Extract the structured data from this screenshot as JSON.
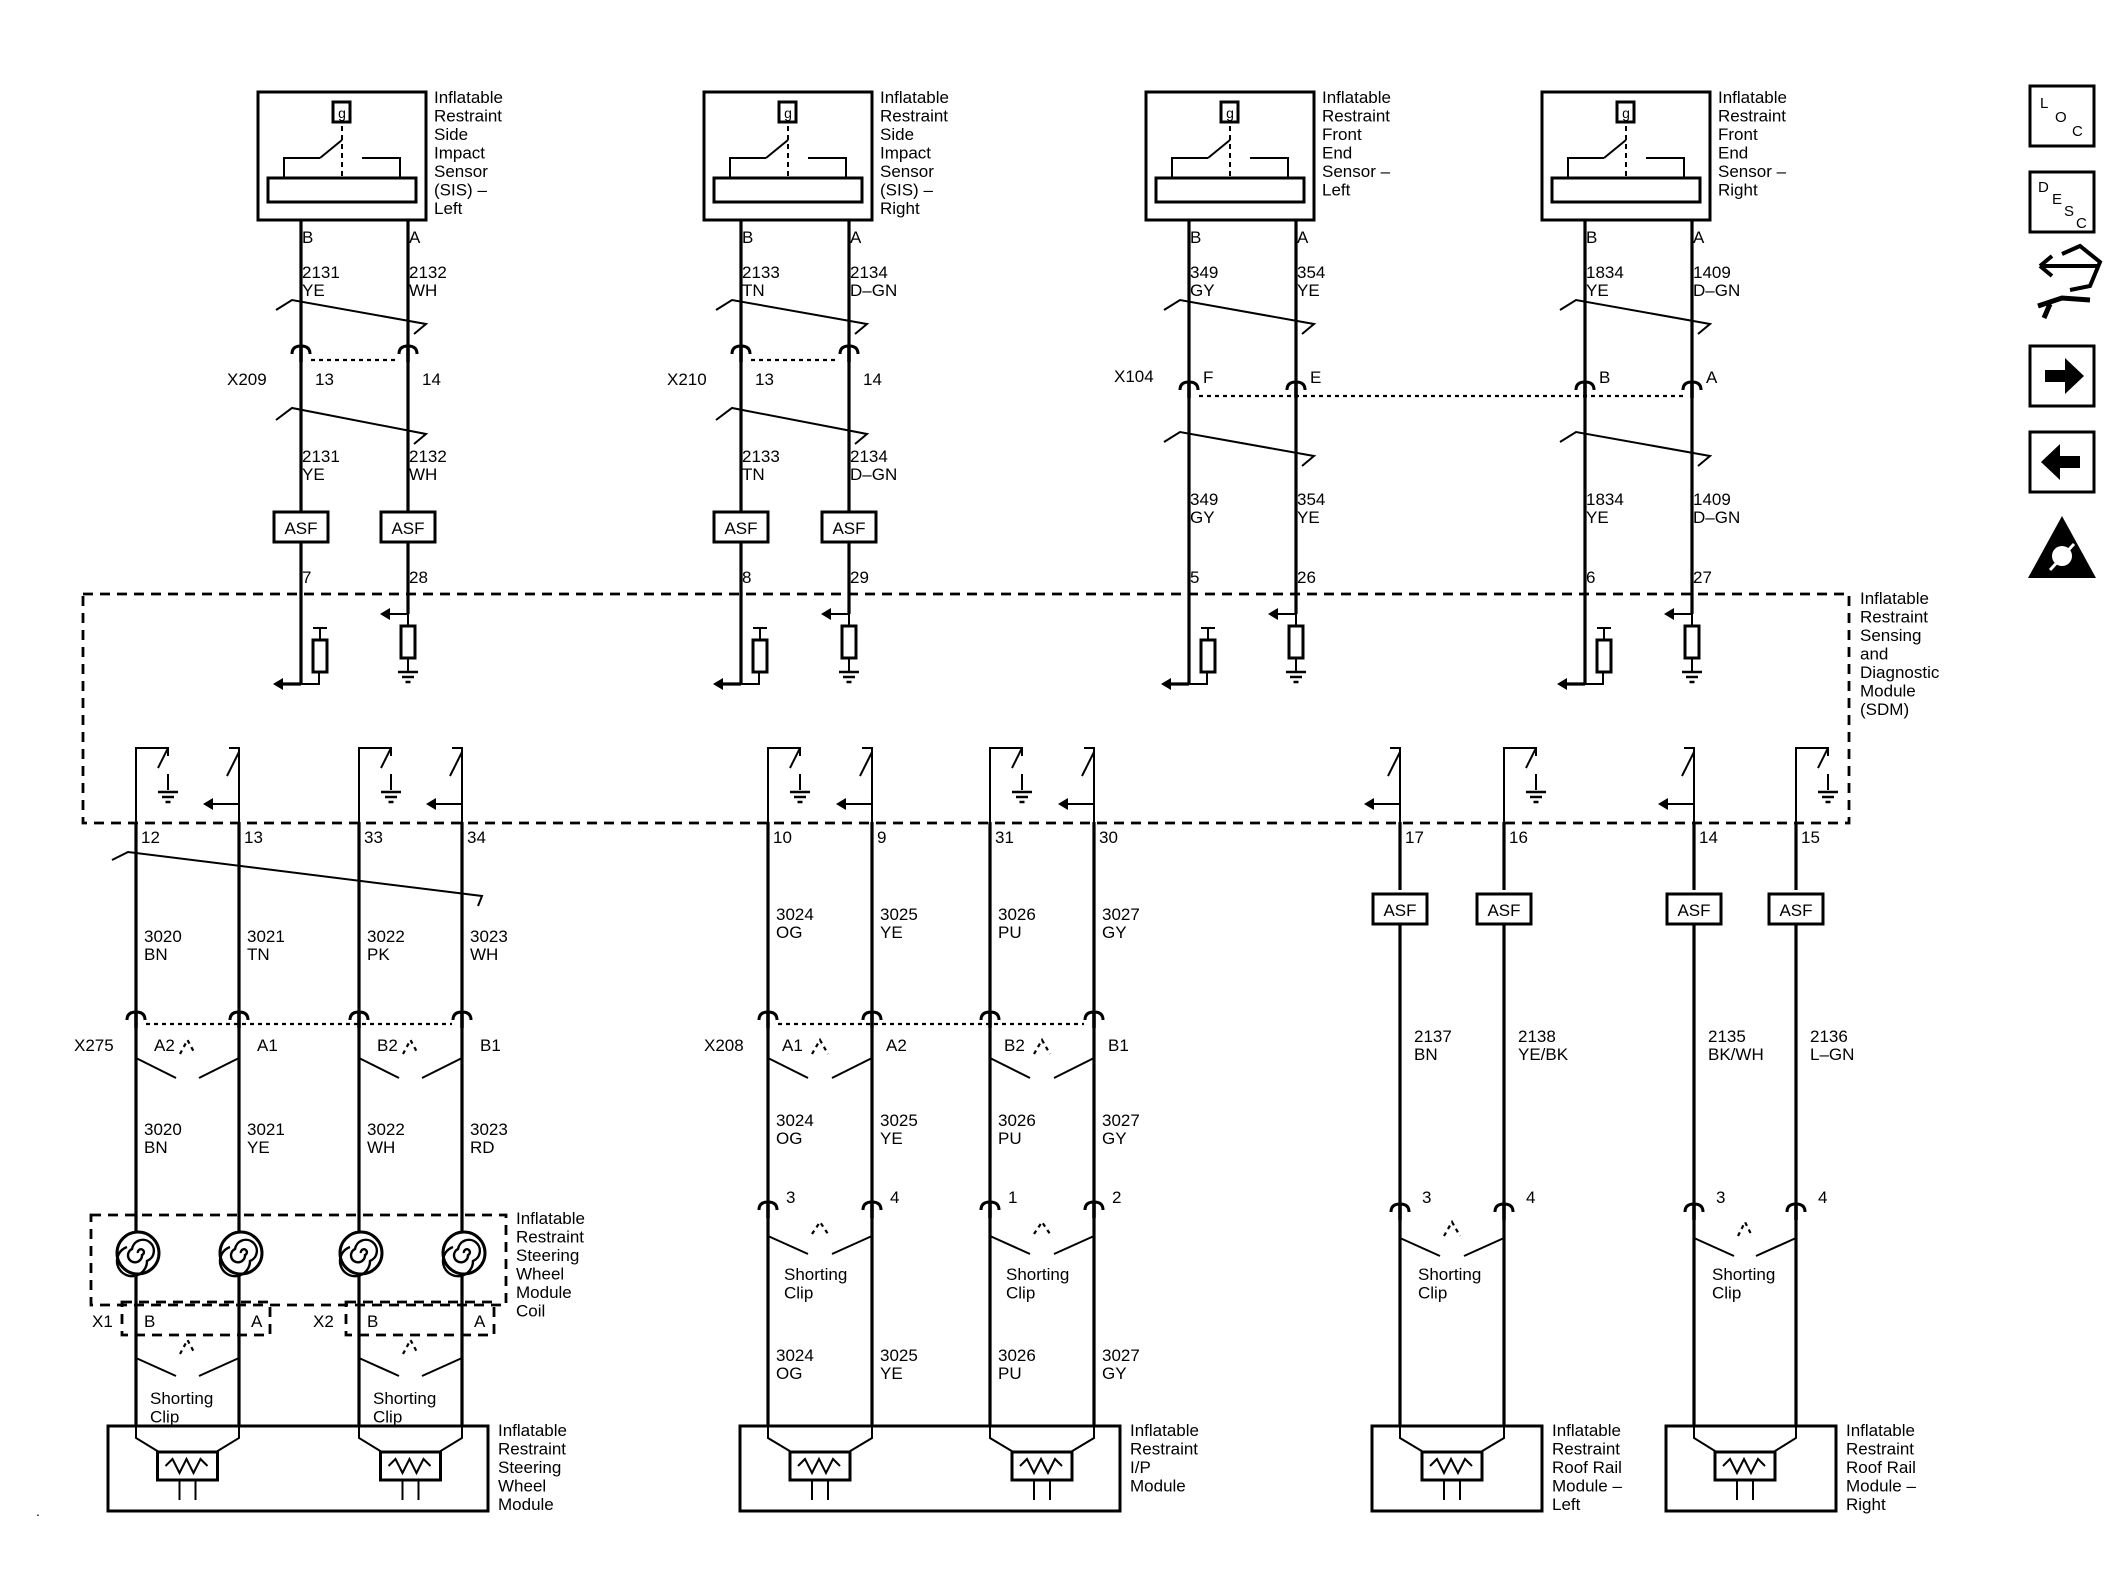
{
  "sidebar": {
    "loc": "LOC",
    "desc": "DESC"
  },
  "sensors": [
    {
      "name": [
        "Inflatable",
        "Restraint",
        "Side",
        "Impact",
        "Sensor",
        "(SIS) –",
        "Left"
      ],
      "pins": [
        "B",
        "A"
      ],
      "wire_top": [
        [
          "2131",
          "YE"
        ],
        [
          "2132",
          "WH"
        ]
      ],
      "conn": "X209",
      "conn_pins": [
        "13",
        "14"
      ],
      "wire_bot": [
        [
          "2131",
          "YE"
        ],
        [
          "2132",
          "WH"
        ]
      ],
      "asf": true,
      "sdm_pins": [
        "7",
        "28"
      ]
    },
    {
      "name": [
        "Inflatable",
        "Restraint",
        "Side",
        "Impact",
        "Sensor",
        "(SIS) –",
        "Right"
      ],
      "pins": [
        "B",
        "A"
      ],
      "wire_top": [
        [
          "2133",
          "TN"
        ],
        [
          "2134",
          "D–GN"
        ]
      ],
      "conn": "X210",
      "conn_pins": [
        "13",
        "14"
      ],
      "wire_bot": [
        [
          "2133",
          "TN"
        ],
        [
          "2134",
          "D–GN"
        ]
      ],
      "asf": true,
      "sdm_pins": [
        "8",
        "29"
      ]
    },
    {
      "name": [
        "Inflatable",
        "Restraint",
        "Front",
        "End",
        "Sensor –",
        "Left"
      ],
      "pins": [
        "B",
        "A"
      ],
      "wire_top": [
        [
          "349",
          "GY"
        ],
        [
          "354",
          "YE"
        ]
      ],
      "conn": "X104",
      "conn_pins": [
        "F",
        "E"
      ],
      "wire_bot": [
        [
          "349",
          "GY"
        ],
        [
          "354",
          "YE"
        ]
      ],
      "asf": false,
      "sdm_pins": [
        "5",
        "26"
      ]
    },
    {
      "name": [
        "Inflatable",
        "Restraint",
        "Front",
        "End",
        "Sensor –",
        "Right"
      ],
      "pins": [
        "B",
        "A"
      ],
      "wire_top": [
        [
          "1834",
          "YE"
        ],
        [
          "1409",
          "D–GN"
        ]
      ],
      "conn": "",
      "conn_pins": [
        "B",
        "A"
      ],
      "wire_bot": [
        [
          "1834",
          "YE"
        ],
        [
          "1409",
          "D–GN"
        ]
      ],
      "asf": false,
      "sdm_pins": [
        "6",
        "27"
      ]
    }
  ],
  "asf_label": "ASF",
  "sdm_label": [
    "Inflatable",
    "Restraint",
    "Sensing",
    "and",
    "Diagnostic",
    "Module",
    "(SDM)"
  ],
  "sdm_bottom_pins": [
    "12",
    "13",
    "33",
    "34",
    "10",
    "9",
    "31",
    "30",
    "17",
    "16",
    "14",
    "15"
  ],
  "steering": {
    "wires_upper": [
      [
        "3020",
        "BN"
      ],
      [
        "3021",
        "TN"
      ],
      [
        "3022",
        "PK"
      ],
      [
        "3023",
        "WH"
      ]
    ],
    "conn": "X275",
    "conn_pins": [
      "A2",
      "A1",
      "B2",
      "B1"
    ],
    "wires_lower": [
      [
        "3020",
        "BN"
      ],
      [
        "3021",
        "YE"
      ],
      [
        "3022",
        "WH"
      ],
      [
        "3023",
        "RD"
      ]
    ],
    "coil_label": [
      "Inflatable",
      "Restraint",
      "Steering",
      "Wheel",
      "Module",
      "Coil"
    ],
    "x1": "X1",
    "x2": "X2",
    "coil_pins": [
      "B",
      "A",
      "B",
      "A"
    ],
    "clip": [
      "Shorting",
      "Clip"
    ],
    "module_label": [
      "Inflatable",
      "Restraint",
      "Steering",
      "Wheel",
      "Module"
    ]
  },
  "ip": {
    "wires_upper": [
      [
        "3024",
        "OG"
      ],
      [
        "3025",
        "YE"
      ],
      [
        "3026",
        "PU"
      ],
      [
        "3027",
        "GY"
      ]
    ],
    "conn": "X208",
    "conn_pins": [
      "A1",
      "A2",
      "B2",
      "B1"
    ],
    "wires_mid": [
      [
        "3024",
        "OG"
      ],
      [
        "3025",
        "YE"
      ],
      [
        "3026",
        "PU"
      ],
      [
        "3027",
        "GY"
      ]
    ],
    "clip_pins": [
      "3",
      "4",
      "1",
      "2"
    ],
    "clip": [
      "Shorting",
      "Clip"
    ],
    "wires_lower": [
      [
        "3024",
        "OG"
      ],
      [
        "3025",
        "YE"
      ],
      [
        "3026",
        "PU"
      ],
      [
        "3027",
        "GY"
      ]
    ],
    "module_label": [
      "Inflatable",
      "Restraint",
      "I/P",
      "Module"
    ]
  },
  "roof": {
    "wires": [
      [
        "2137",
        "BN"
      ],
      [
        "2138",
        "YE/BK"
      ],
      [
        "2135",
        "BK/WH"
      ],
      [
        "2136",
        "L–GN"
      ]
    ],
    "clip_pins": [
      "3",
      "4",
      "3",
      "4"
    ],
    "clip": [
      "Shorting",
      "Clip"
    ],
    "left_label": [
      "Inflatable",
      "Restraint",
      "Roof Rail",
      "Module –",
      "Left"
    ],
    "right_label": [
      "Inflatable",
      "Restraint",
      "Roof Rail",
      "Module –",
      "Right"
    ]
  }
}
